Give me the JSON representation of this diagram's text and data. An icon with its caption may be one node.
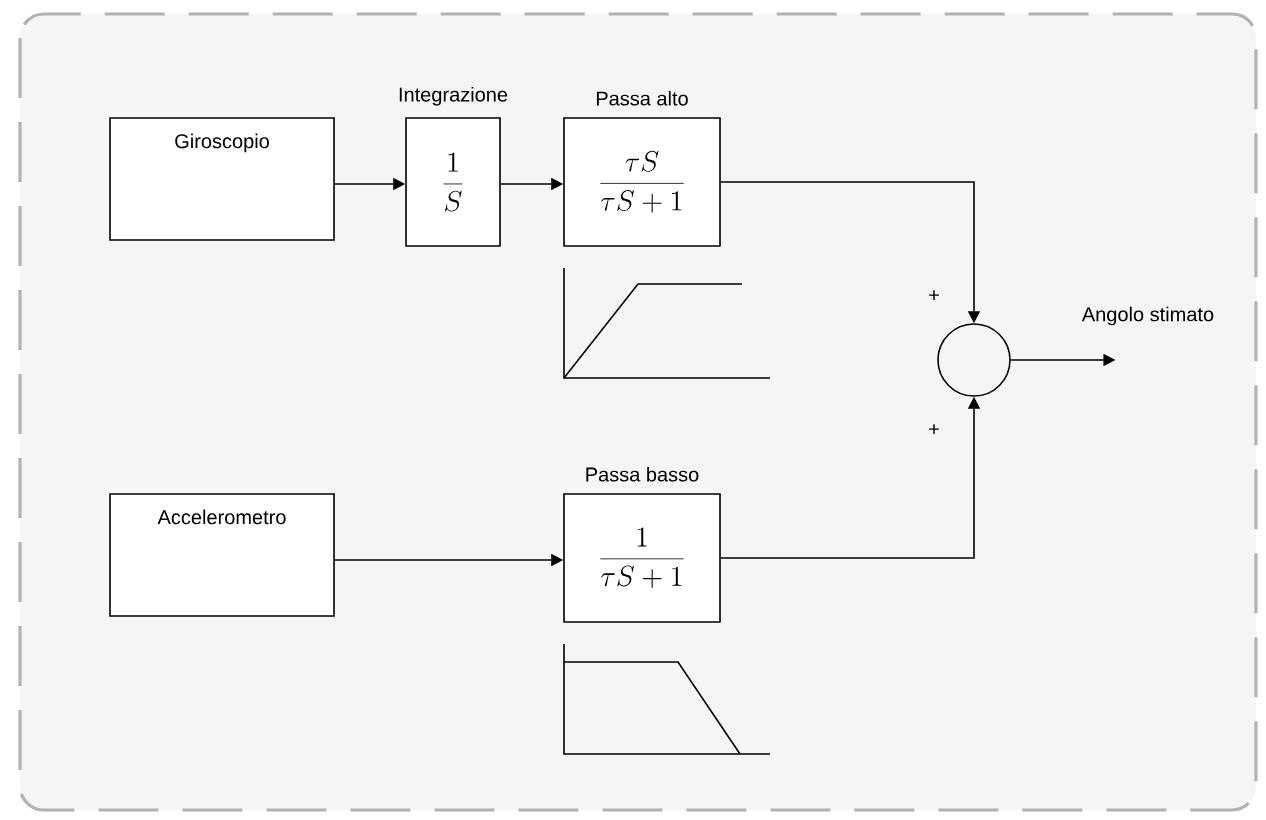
{
  "diagram": {
    "nodes": [
      {
        "text": [
          "Giroscopio"
        ]
      },
      {
        "text": [
          "Integrazione",
          "\\frac{1}{S}"
        ]
      },
      {
        "text": [
          "Passa alto",
          "\\frac{\\tau S}{\\tau S+1}"
        ]
      },
      {
        "text": [
          "Accelerometro"
        ]
      },
      {
        "text": [
          "Passa basso",
          "\\frac{1}{\\tau S+1}"
        ]
      },
      {
        "text": [],
        "shape": "circle"
      },
      {
        "text": [
          "Angolo stimato"
        ]
      }
    ],
    "edges": [
      {
        "from": 0,
        "to": 1,
        "arrow": "to"
      },
      {
        "from": 1,
        "to": 2,
        "arrow": "to"
      },
      {
        "from": 2,
        "to": 5,
        "arrow": "to"
      },
      {
        "from": 3,
        "to": 4,
        "arrow": "to"
      },
      {
        "from": 4,
        "to": 5,
        "arrow": "to"
      },
      {
        "from": 5,
        "to": 6,
        "arrow": "to"
      }
    ],
    "labels": [
      "+",
      "+"
    ]
  }
}
